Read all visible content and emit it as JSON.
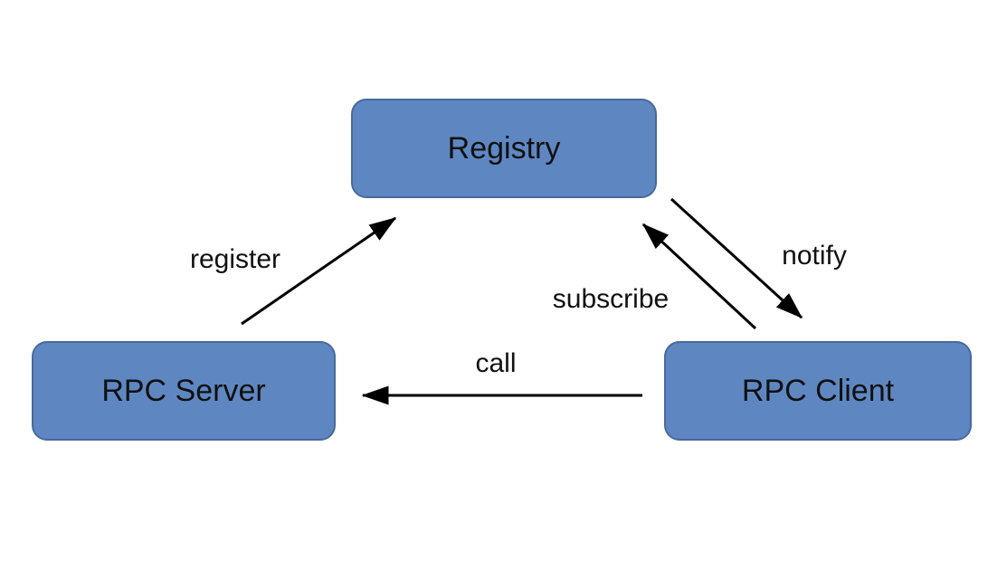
{
  "diagram": {
    "nodes": [
      {
        "id": "registry",
        "label": "Registry"
      },
      {
        "id": "rpc-server",
        "label": "RPC Server"
      },
      {
        "id": "rpc-client",
        "label": "RPC Client"
      }
    ],
    "edges": [
      {
        "label": "register",
        "from": "rpc-server",
        "to": "registry"
      },
      {
        "label": "subscribe",
        "from": "rpc-client",
        "to": "registry"
      },
      {
        "label": "notify",
        "from": "registry",
        "to": "rpc-client"
      },
      {
        "label": "call",
        "from": "rpc-client",
        "to": "rpc-server"
      }
    ],
    "colors": {
      "node_fill": "#5e87c2",
      "node_border": "#48699b",
      "arrow": "#000000",
      "text": "#111111",
      "background": "#ffffff"
    }
  }
}
